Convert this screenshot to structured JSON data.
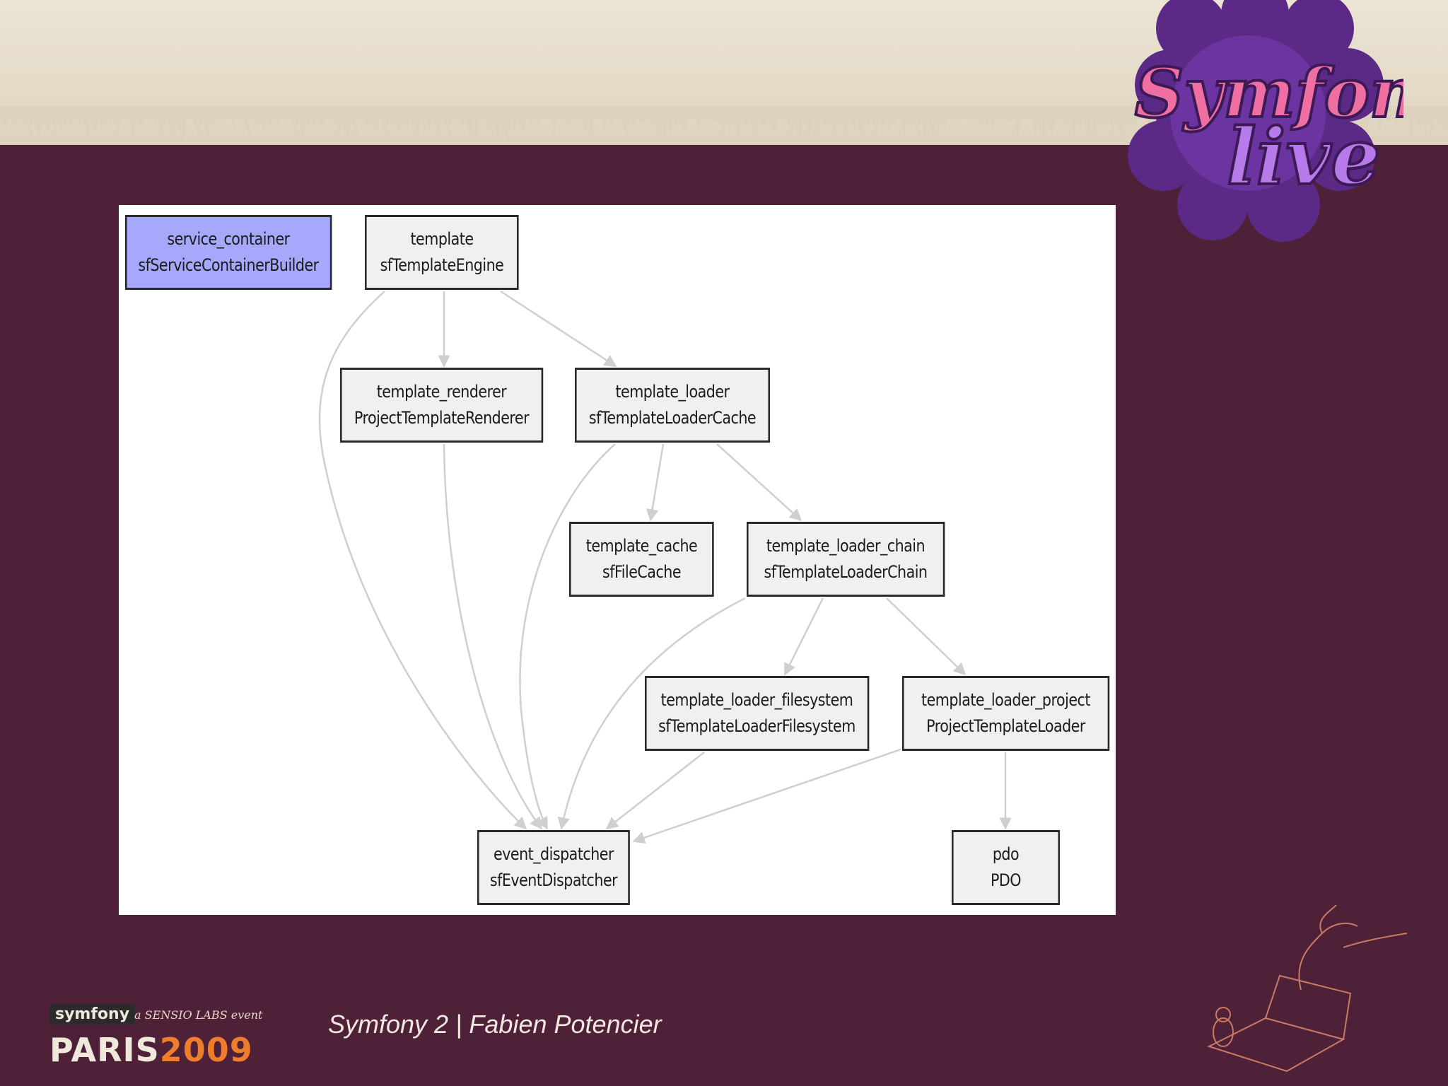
{
  "slide": {
    "footer_title": "Symfony 2 | Fabien Potencier",
    "brand": {
      "small_logo": "symfony",
      "tagline": "a SENSIO LABS event",
      "city": "PARIS",
      "year": "2009"
    },
    "logo_text": "Symfony Live",
    "colors": {
      "background": "#4f2139",
      "paper": "#e6dece",
      "primary_node": "#a5a8fb",
      "node": "#f1eff0",
      "edge": "#cfcfcf",
      "footer_orange": "#ee7d2c"
    }
  },
  "diagram": {
    "nodes": [
      {
        "id": "service_container",
        "name": "service_container",
        "class": "sfServiceContainerBuilder",
        "highlight": true
      },
      {
        "id": "template",
        "name": "template",
        "class": "sfTemplateEngine"
      },
      {
        "id": "template_renderer",
        "name": "template_renderer",
        "class": "ProjectTemplateRenderer"
      },
      {
        "id": "template_loader",
        "name": "template_loader",
        "class": "sfTemplateLoaderCache"
      },
      {
        "id": "template_cache",
        "name": "template_cache",
        "class": "sfFileCache"
      },
      {
        "id": "template_loader_chain",
        "name": "template_loader_chain",
        "class": "sfTemplateLoaderChain"
      },
      {
        "id": "template_loader_filesystem",
        "name": "template_loader_filesystem",
        "class": "sfTemplateLoaderFilesystem"
      },
      {
        "id": "template_loader_project",
        "name": "template_loader_project",
        "class": "ProjectTemplateLoader"
      },
      {
        "id": "event_dispatcher",
        "name": "event_dispatcher",
        "class": "sfEventDispatcher"
      },
      {
        "id": "pdo",
        "name": "pdo",
        "class": "PDO"
      }
    ],
    "edges": [
      {
        "from": "template",
        "to": "template_renderer"
      },
      {
        "from": "template",
        "to": "template_loader"
      },
      {
        "from": "template",
        "to": "event_dispatcher"
      },
      {
        "from": "template_renderer",
        "to": "event_dispatcher"
      },
      {
        "from": "template_loader",
        "to": "template_cache"
      },
      {
        "from": "template_loader",
        "to": "template_loader_chain"
      },
      {
        "from": "template_loader",
        "to": "event_dispatcher"
      },
      {
        "from": "template_loader_chain",
        "to": "template_loader_filesystem"
      },
      {
        "from": "template_loader_chain",
        "to": "template_loader_project"
      },
      {
        "from": "template_loader_chain",
        "to": "event_dispatcher"
      },
      {
        "from": "template_loader_filesystem",
        "to": "event_dispatcher"
      },
      {
        "from": "template_loader_project",
        "to": "event_dispatcher"
      },
      {
        "from": "template_loader_project",
        "to": "pdo"
      }
    ]
  }
}
